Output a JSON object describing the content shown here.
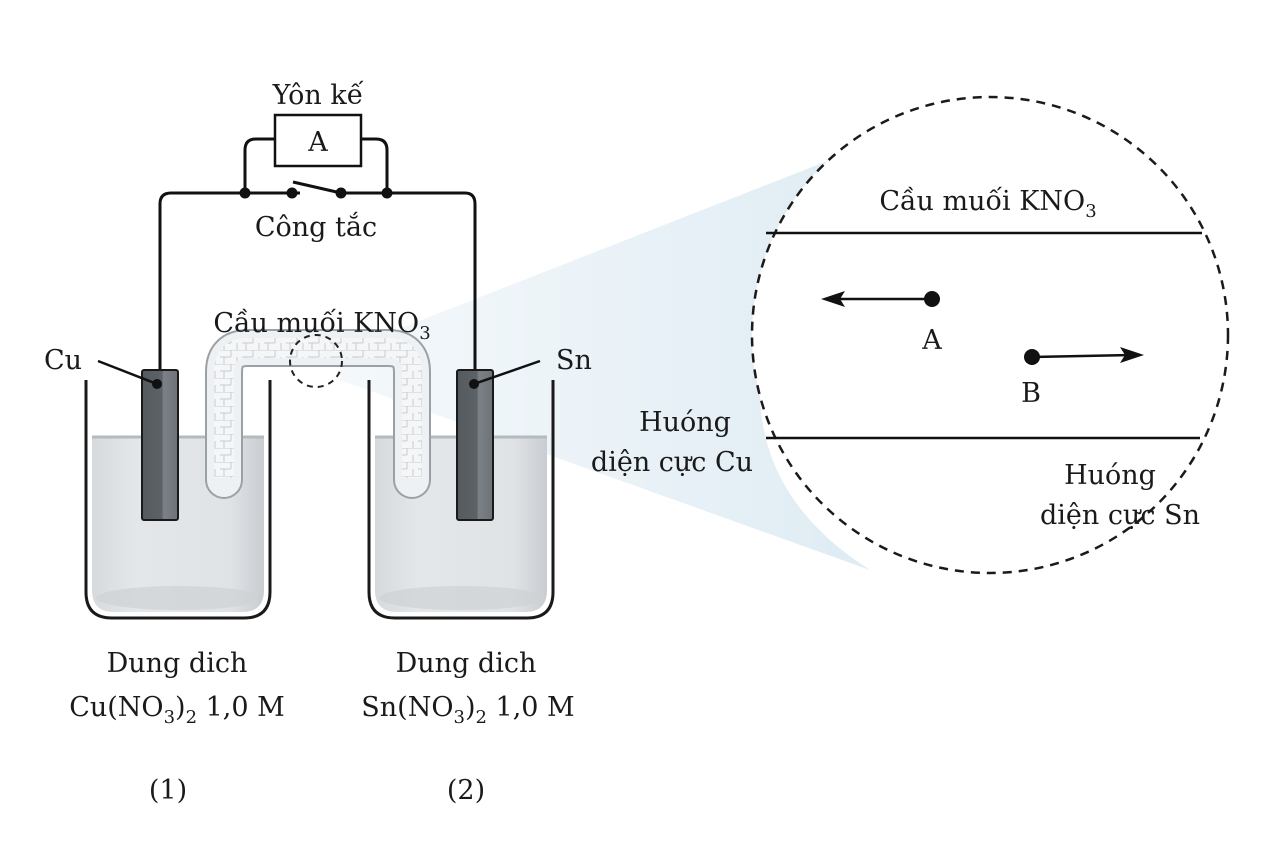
{
  "circuit": {
    "voltmeter_label": "Yôn kế",
    "meter_symbol": "A",
    "switch_label": "Công tắc"
  },
  "electrodes": {
    "left": "Cu",
    "right": "Sn"
  },
  "salt_bridge": {
    "label_prefix": "Cầu muối KNO",
    "label_subscript": "3"
  },
  "beakers": [
    {
      "line1": "Dung dich",
      "formula_prefix": "Cu(NO",
      "formula_sub1": "3",
      "formula_close": ")",
      "formula_sub2": "2",
      "concentration": " 1,0 M",
      "number": "(1)"
    },
    {
      "line1": "Dung dich",
      "formula_prefix": "Sn(NO",
      "formula_sub1": "3",
      "formula_close": ")",
      "formula_sub2": "2",
      "concentration": " 1,0 M",
      "number": "(2)"
    }
  ],
  "zoom_view": {
    "title_prefix": "Cầu muối KNO",
    "title_subscript": "3",
    "ion_a": "A",
    "ion_b": "B",
    "left_direction_line1": "Huóng",
    "left_direction_line2": "diện cực Cu",
    "right_direction_line1": "Huóng",
    "right_direction_line2": "diện cực Sn"
  }
}
